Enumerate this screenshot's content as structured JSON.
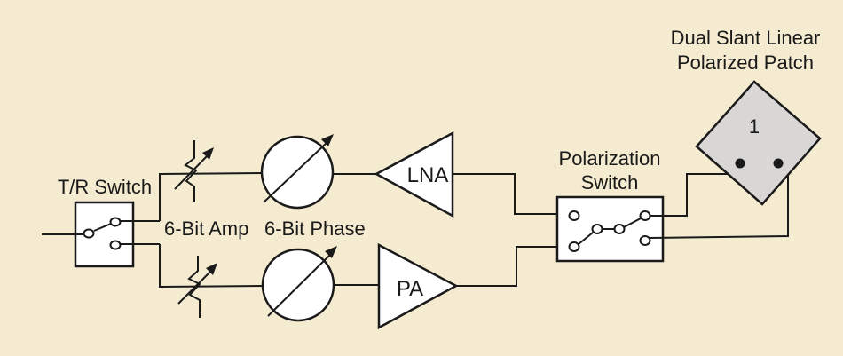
{
  "diagram": {
    "background_color": "#f4ebd0",
    "labels": {
      "tr_switch": "T/R Switch",
      "amp": "6-Bit Amp",
      "phase": "6-Bit Phase",
      "lna": "LNA",
      "pa": "PA",
      "pol_switch_line1": "Polarization",
      "pol_switch_line2": "Switch",
      "patch_line1": "Dual Slant Linear",
      "patch_line2": "Polarized Patch",
      "patch_number": "1"
    },
    "colors": {
      "line": "#1a1a1a",
      "block_fill": "#ffffff",
      "patch_fill": "#d9d6d6"
    }
  }
}
